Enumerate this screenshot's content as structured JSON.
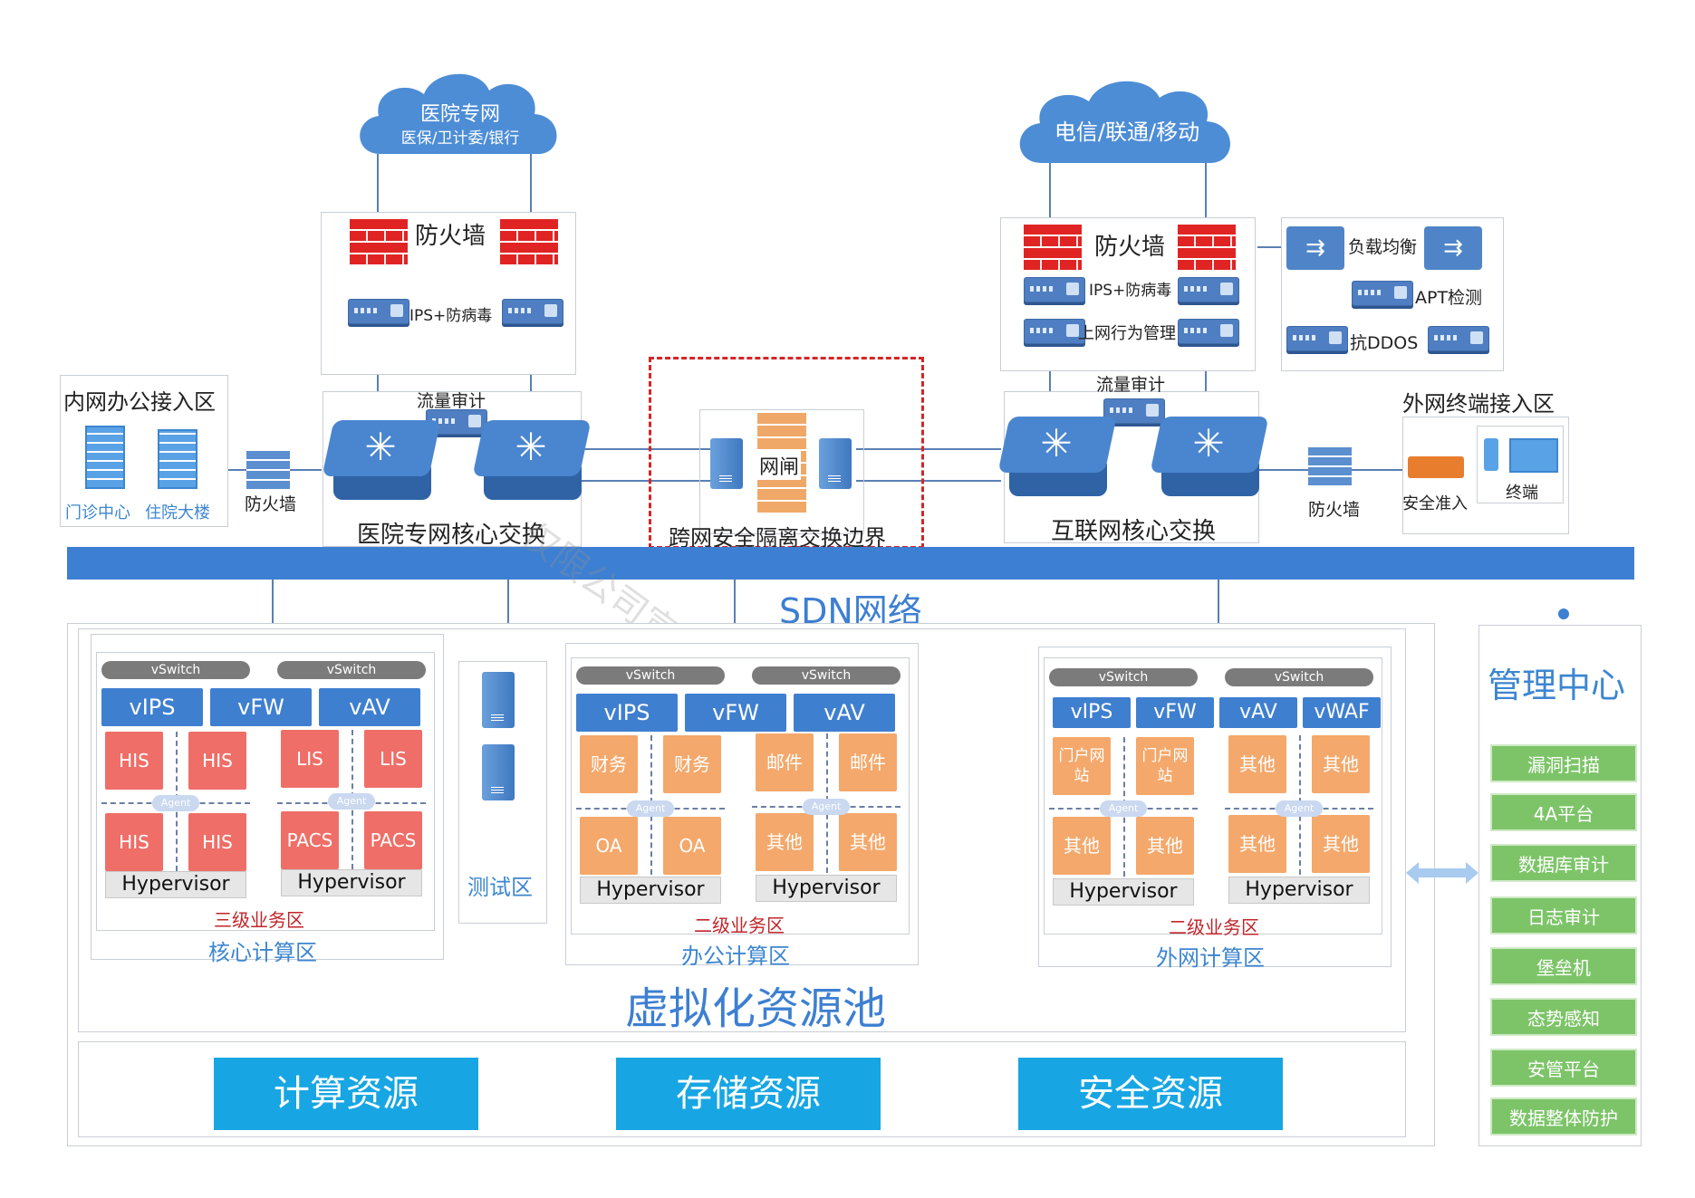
{
  "clouds": {
    "hospital": {
      "title": "医院专网",
      "subtitle": "医保/卫计委/银行"
    },
    "telecom": {
      "title": "电信/联通/移动"
    }
  },
  "left_security": {
    "firewall": "防火墙",
    "ips": "IPS+防病毒"
  },
  "right_security": {
    "firewall": "防火墙",
    "ips": "IPS+防病毒",
    "behavior": "上网行为管理"
  },
  "right_extra": {
    "lb": "负载均衡",
    "apt": "APT检测",
    "ddos": "抗DDOS"
  },
  "inner_office": {
    "title": "内网办公接入区",
    "b1": "门诊中心",
    "b2": "住院大楼",
    "fw": "防火墙"
  },
  "hospital_core": {
    "traffic": "流量审计",
    "label": "医院专网核心交换"
  },
  "gap": {
    "gateway": "网闸",
    "label": "跨网安全隔离交换边界"
  },
  "internet_core": {
    "traffic": "流量审计",
    "label": "互联网核心交换"
  },
  "outer_terminal": {
    "title": "外网终端接入区",
    "fw": "防火墙",
    "admission": "安全准入",
    "terminal": "终端"
  },
  "sdn": "SDN网络",
  "watermark": "仅限公司宣传使用宣传事项仅用",
  "core_zone": {
    "vswitch": [
      "vSwitch",
      "vSwitch"
    ],
    "vsec": [
      "vIPS",
      "vFW",
      "vAV"
    ],
    "apps": [
      "HIS",
      "HIS",
      "LIS",
      "LIS",
      "HIS",
      "HIS",
      "PACS",
      "PACS"
    ],
    "agent": "Agent",
    "hyp": [
      "Hypervisor",
      "Hypervisor"
    ],
    "level": "三级业务区",
    "name": "核心计算区"
  },
  "test_zone": "测试区",
  "office_zone": {
    "vswitch": [
      "vSwitch",
      "vSwitch"
    ],
    "vsec": [
      "vIPS",
      "vFW",
      "vAV"
    ],
    "apps": [
      "财务",
      "财务",
      "邮件",
      "邮件",
      "OA",
      "OA",
      "其他",
      "其他"
    ],
    "agent": "Agent",
    "hyp": [
      "Hypervisor",
      "Hypervisor"
    ],
    "level": "二级业务区",
    "name": "办公计算区"
  },
  "ext_zone": {
    "vswitch": [
      "vSwitch",
      "vSwitch"
    ],
    "vsec": [
      "vIPS",
      "vFW",
      "vAV",
      "vWAF"
    ],
    "apps": [
      "门户网站",
      "门户网站",
      "其他",
      "其他",
      "其他",
      "其他",
      "其他",
      "其他"
    ],
    "agent": "Agent",
    "hyp": [
      "Hypervisor",
      "Hypervisor"
    ],
    "level": "二级业务区",
    "name": "外网计算区"
  },
  "pool": "虚拟化资源池",
  "resources": [
    "计算资源",
    "存储资源",
    "安全资源"
  ],
  "mgmt": {
    "title": "管理中心",
    "items": [
      "漏洞扫描",
      "4A平台",
      "数据库审计",
      "日志审计",
      "堡垒机",
      "态势感知",
      "安管平台",
      "数据整体防护"
    ]
  },
  "colors": {
    "sdn_bar": "#3d7fd2",
    "app_red": "#ef6e67",
    "app_orange": "#f4a86b",
    "vsec": "#3f7fd0",
    "mgmt": "#7dc469",
    "resource": "#17a6e3"
  }
}
